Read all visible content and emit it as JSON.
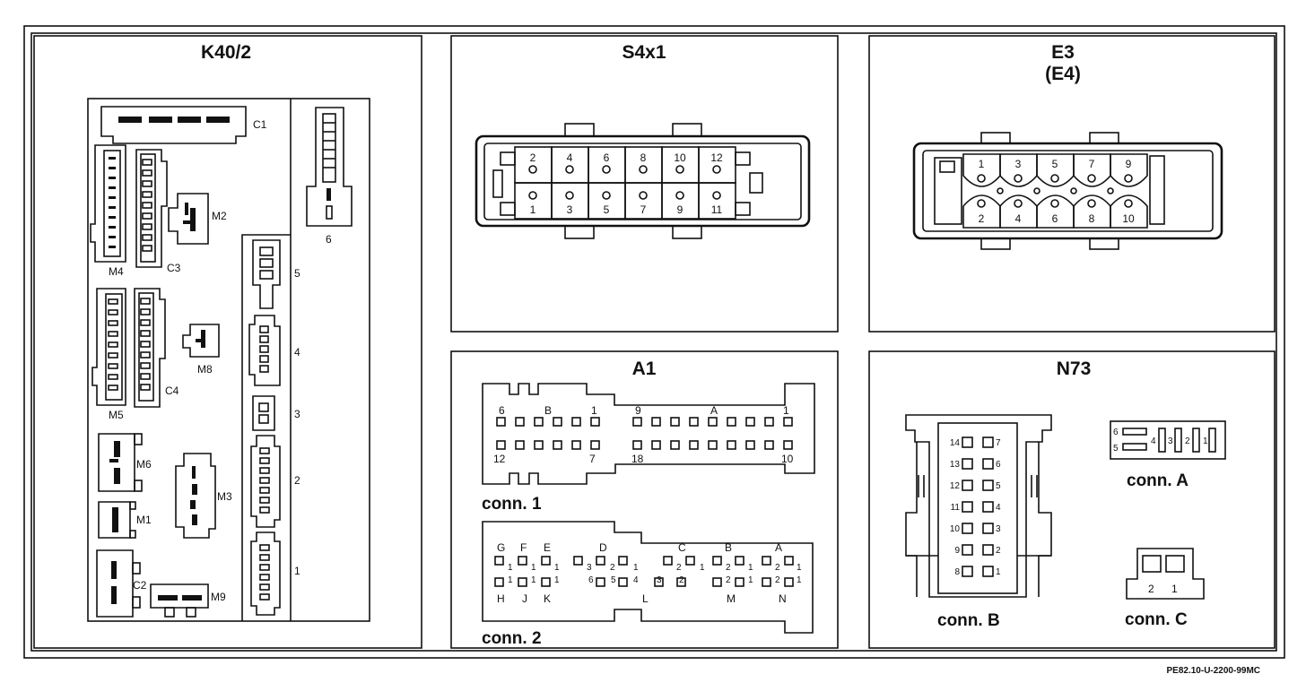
{
  "panels": {
    "k40_2": {
      "title": "K40/2",
      "labels": {
        "c1": "C1",
        "m2": "M2",
        "m4": "M4",
        "c3": "C3",
        "m8": "M8",
        "m5": "M5",
        "c4": "C4",
        "m6": "M6",
        "m3": "M3",
        "m1": "M1",
        "c2": "C2",
        "m9": "M9",
        "r6": "6",
        "r5": "5",
        "r4": "4",
        "r3": "3",
        "r2": "2",
        "r1": "1"
      }
    },
    "s4x1": {
      "title": "S4x1",
      "top_pins": [
        "2",
        "4",
        "6",
        "8",
        "10",
        "12"
      ],
      "bottom_pins": [
        "1",
        "3",
        "5",
        "7",
        "9",
        "11"
      ]
    },
    "e3": {
      "title": "E3",
      "subtitle": "(E4)",
      "top_pins": [
        "1",
        "3",
        "5",
        "7",
        "9"
      ],
      "bottom_pins": [
        "2",
        "4",
        "6",
        "8",
        "10"
      ]
    },
    "a1": {
      "title": "A1",
      "conn1": {
        "caption": "conn. 1",
        "l_top": [
          "6",
          "B",
          "1"
        ],
        "l_bottom": [
          "12",
          "7"
        ],
        "r_top": [
          "9",
          "A",
          "1"
        ],
        "r_bottom": [
          "18",
          "10"
        ]
      },
      "conn2": {
        "caption": "conn. 2",
        "top_letters": [
          "G",
          "F",
          "E",
          "D",
          "C",
          "B",
          "A"
        ],
        "bottom_letters": [
          "H",
          "J",
          "K",
          "L",
          "M",
          "N"
        ],
        "digits": [
          "1",
          "2",
          "3",
          "4",
          "5",
          "6"
        ]
      }
    },
    "n73": {
      "title": "N73",
      "conn_b": {
        "caption": "conn. B",
        "left_pins": [
          "14",
          "13",
          "12",
          "11",
          "10",
          "9",
          "8"
        ],
        "right_pins": [
          "7",
          "6",
          "5",
          "4",
          "3",
          "2",
          "1"
        ]
      },
      "conn_a": {
        "caption": "conn. A",
        "pins": [
          "6",
          "5",
          "4",
          "3",
          "2",
          "1"
        ]
      },
      "conn_c": {
        "caption": "conn. C",
        "pins": [
          "2",
          "1"
        ]
      }
    }
  },
  "footer": {
    "code": "PE82.10-U-2200-99MC"
  }
}
